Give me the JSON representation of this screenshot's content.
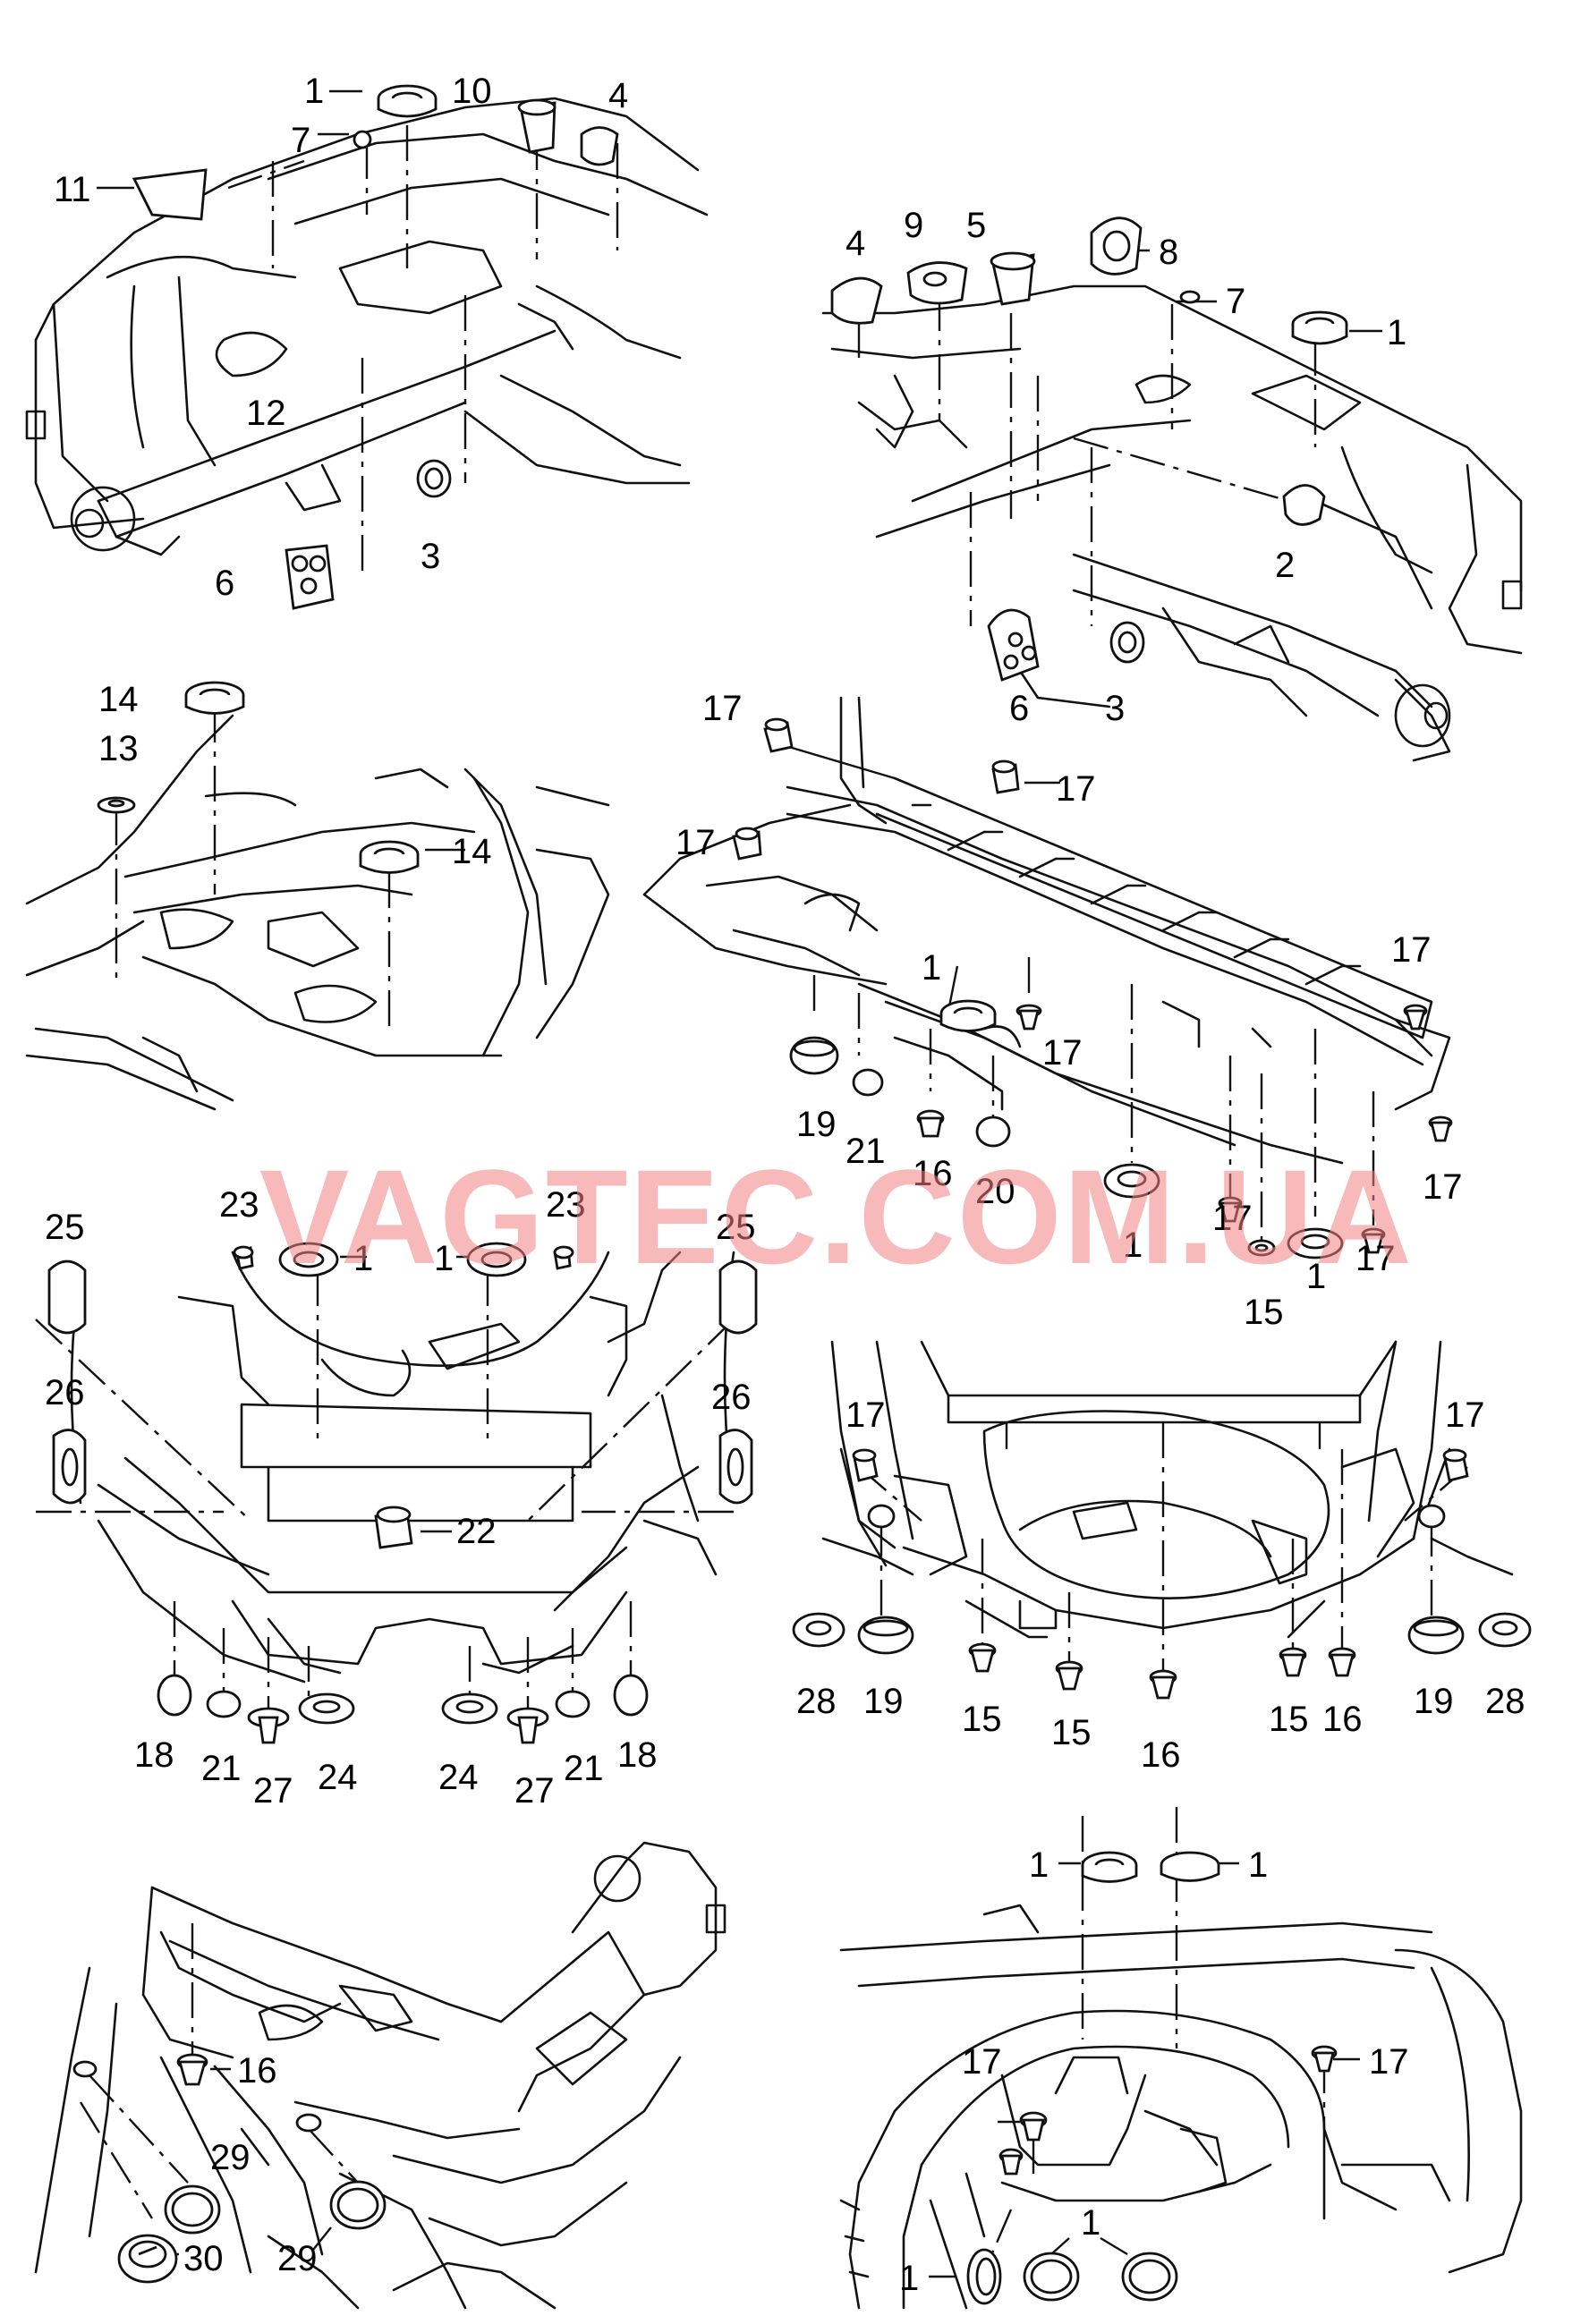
{
  "watermark": "VAGTEC.COM.UA",
  "panels": [
    {
      "id": "p1",
      "callouts": [
        "1",
        "10",
        "4",
        "7",
        "11",
        "12",
        "3",
        "6"
      ]
    },
    {
      "id": "p2",
      "callouts": [
        "4",
        "9",
        "5",
        "8",
        "7",
        "1",
        "2",
        "6",
        "3"
      ]
    },
    {
      "id": "p3",
      "callouts": [
        "14",
        "13",
        "14"
      ]
    },
    {
      "id": "p4",
      "callouts": [
        "17",
        "17",
        "17",
        "1",
        "17",
        "17",
        "19",
        "21",
        "16",
        "20",
        "1",
        "17",
        "1",
        "15",
        "17",
        "17"
      ]
    },
    {
      "id": "p5",
      "callouts": [
        "25",
        "23",
        "1",
        "1",
        "23",
        "25",
        "26",
        "26",
        "22",
        "18",
        "21",
        "27",
        "24",
        "24",
        "27",
        "21",
        "18"
      ]
    },
    {
      "id": "p6",
      "callouts": [
        "17",
        "17",
        "28",
        "19",
        "15",
        "15",
        "16",
        "15",
        "16",
        "19",
        "28"
      ]
    },
    {
      "id": "p7",
      "callouts": [
        "16",
        "29",
        "30",
        "29"
      ]
    },
    {
      "id": "p8",
      "callouts": [
        "1",
        "1",
        "17",
        "17",
        "1",
        "1"
      ]
    }
  ]
}
